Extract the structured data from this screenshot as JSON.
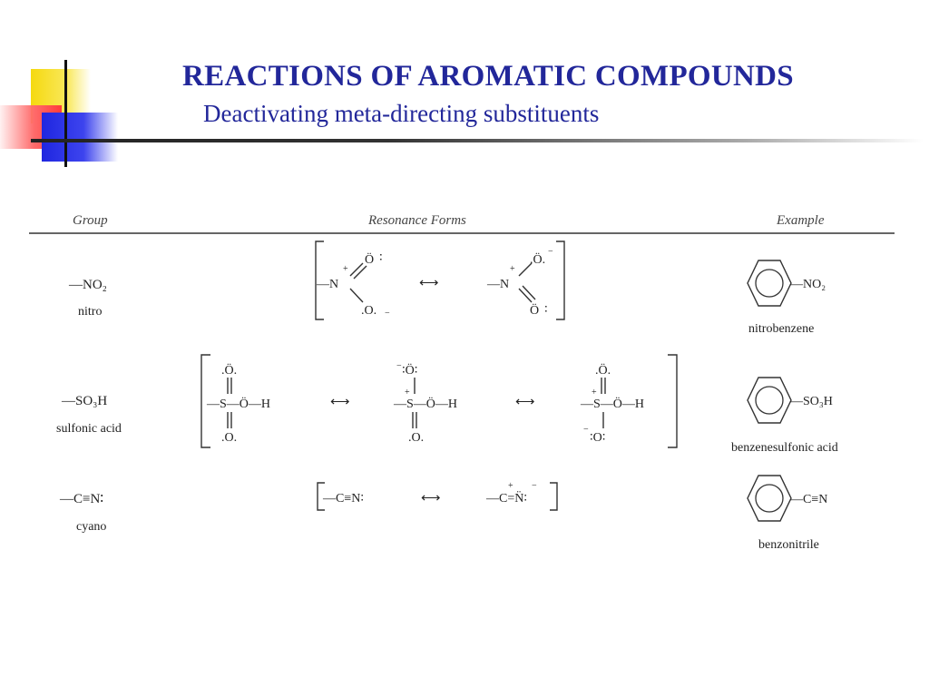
{
  "slide": {
    "title": "REACTIONS OF AROMATIC COMPOUNDS",
    "subtitle": "Deactivating meta-directing substituents"
  },
  "table": {
    "headers": [
      "Group",
      "Resonance Forms",
      "Example"
    ],
    "rows": [
      {
        "group_formula": "—NO₂",
        "group_name": "nitro",
        "example_name": "nitrobenzene",
        "example_substituent": "—NO₂"
      },
      {
        "group_formula": "—SO₃H",
        "group_name": "sulfonic acid",
        "example_name": "benzenesulfonic acid",
        "example_substituent": "—SO₃H"
      },
      {
        "group_formula": "—C≡N∶",
        "group_name": "cyano",
        "example_name": "benzonitrile",
        "example_substituent": "—C≡N"
      }
    ]
  },
  "colors": {
    "title": "#22279a",
    "accent_yellow": "#f5d90f",
    "accent_red": "#ff3b3b",
    "accent_blue": "#1f26e0"
  }
}
